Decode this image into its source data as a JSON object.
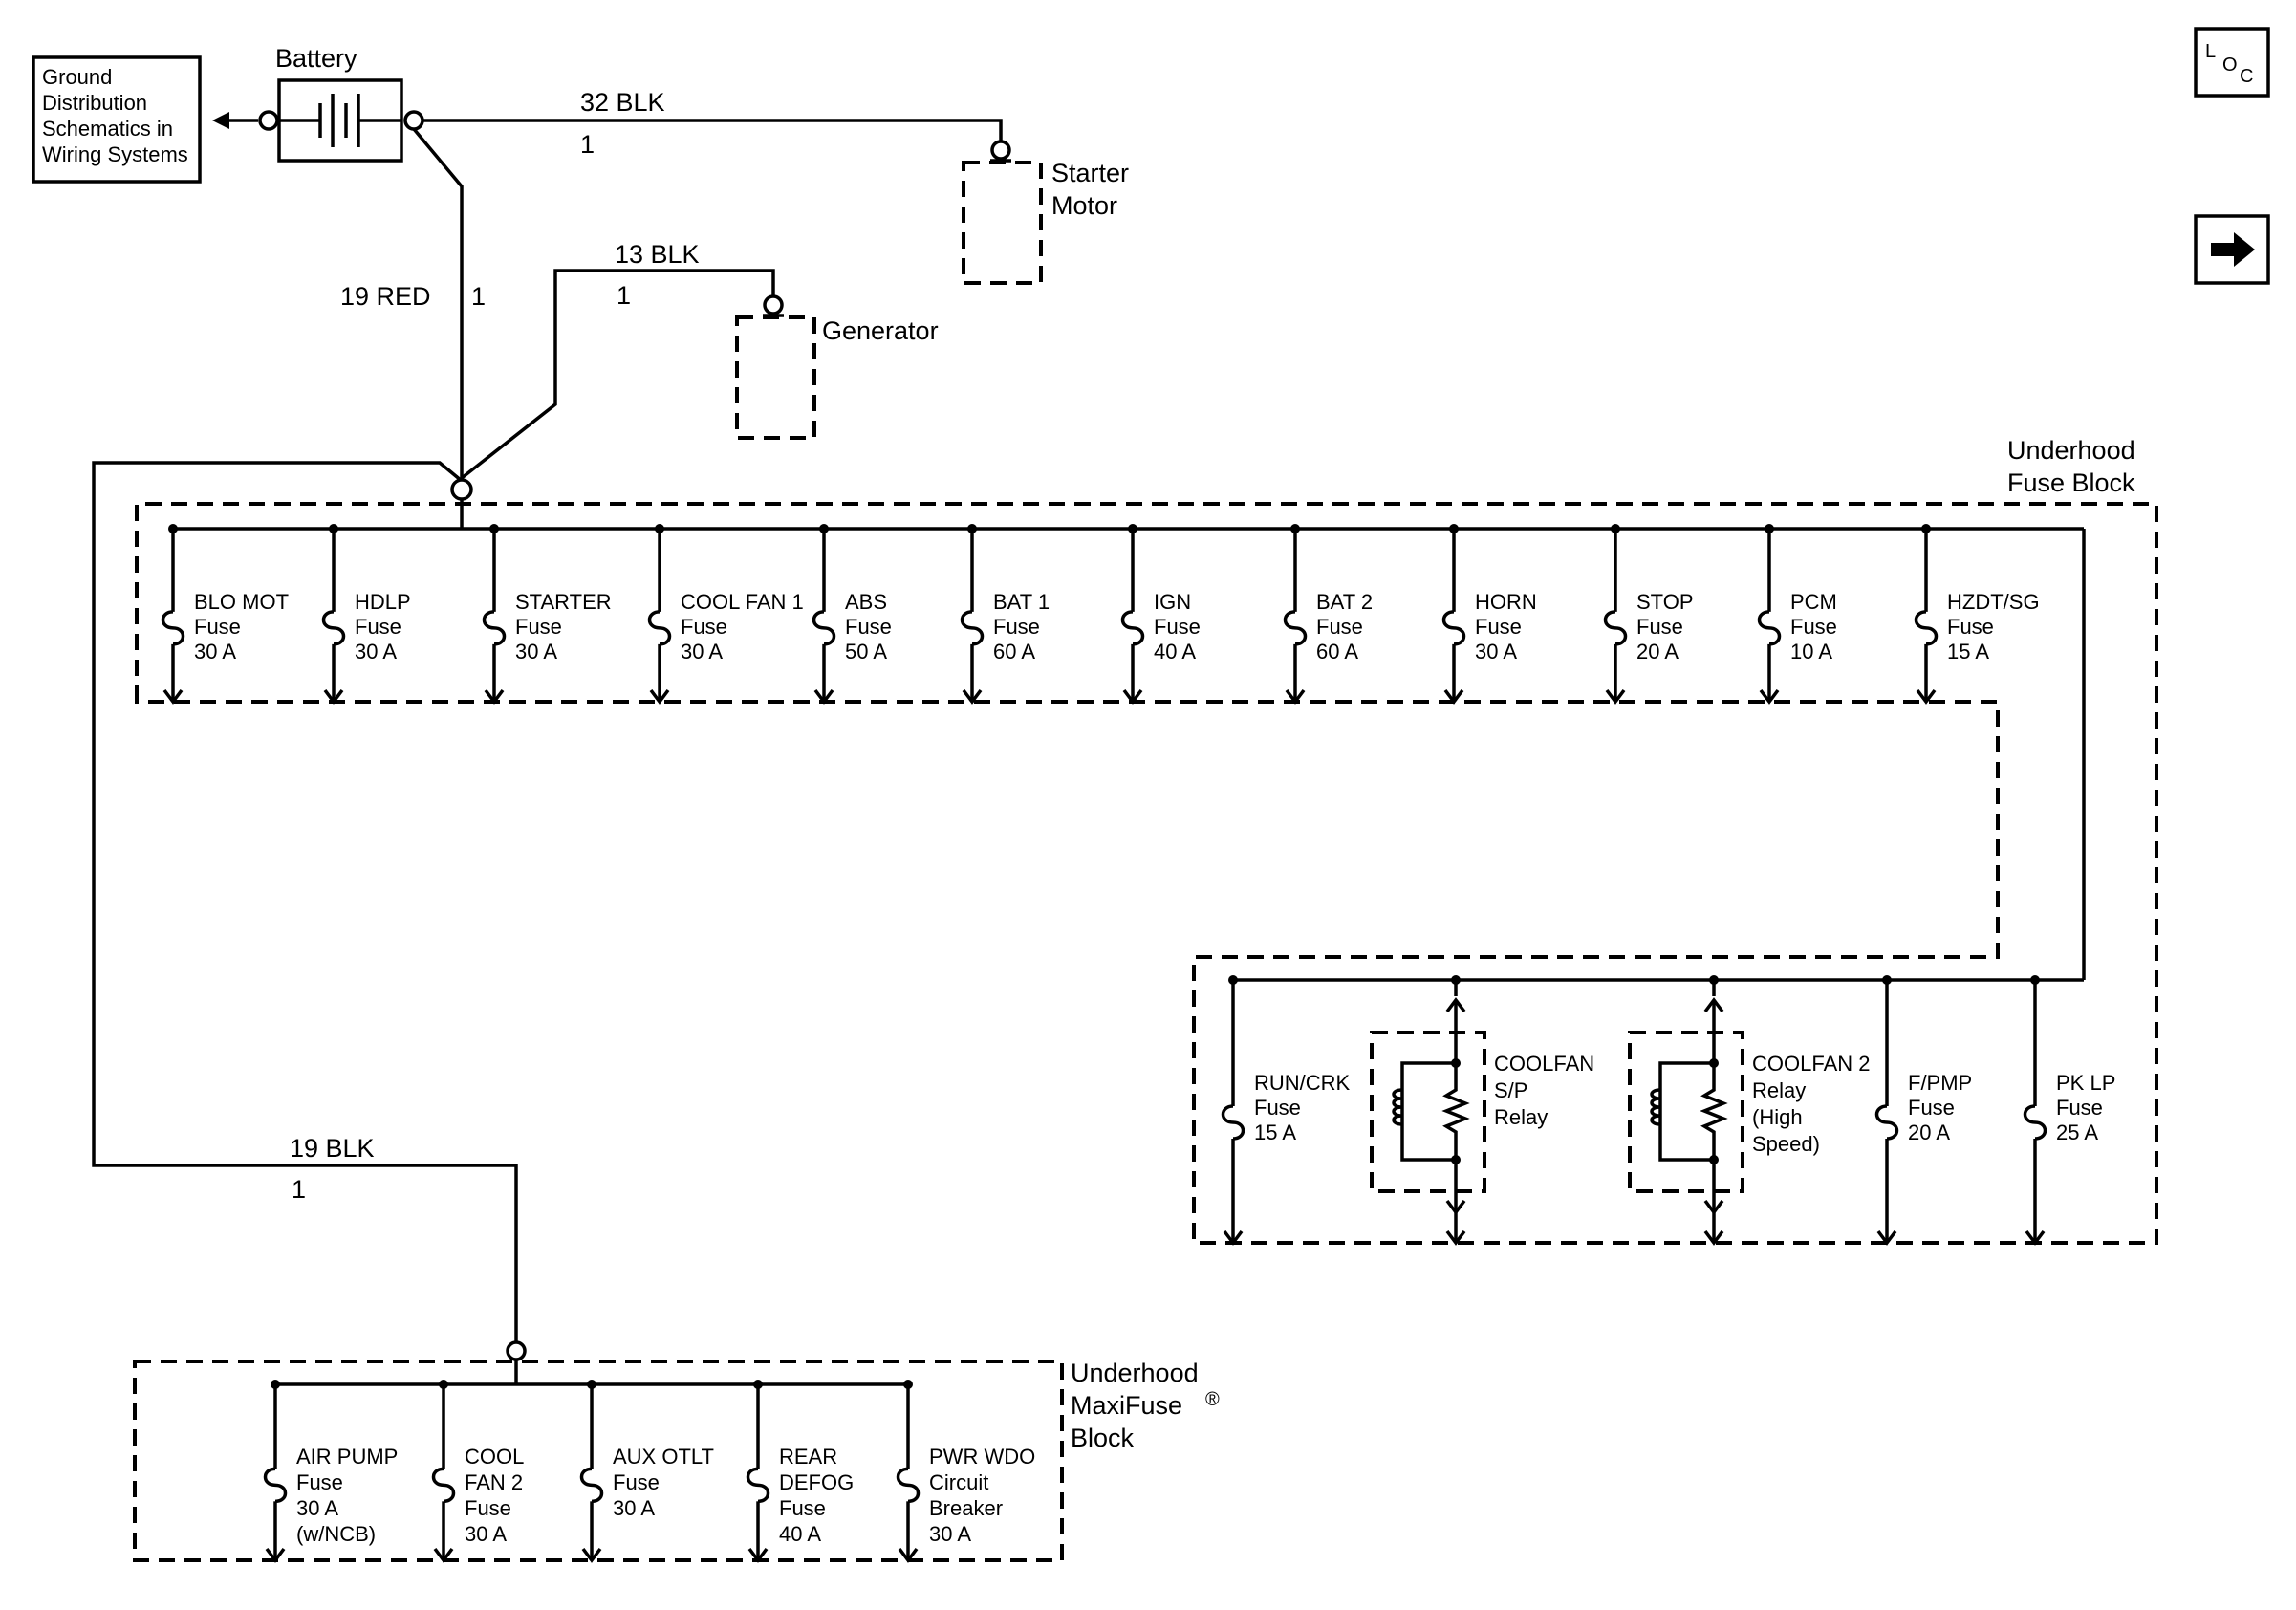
{
  "ground_ref": {
    "lines": [
      "Ground",
      "Distribution",
      "Schematics in",
      "Wiring Systems"
    ]
  },
  "battery": {
    "label": "Battery"
  },
  "starter": {
    "lines": [
      "Starter",
      "Motor"
    ]
  },
  "generator": {
    "label": "Generator"
  },
  "wires": {
    "w32": {
      "gauge": "32 BLK",
      "pin": "1"
    },
    "w13": {
      "gauge": "13 BLK",
      "pin": "1"
    },
    "w19red": {
      "gauge": "19 RED",
      "pin": "1"
    },
    "w19blk": {
      "gauge": "19 BLK",
      "pin": "1"
    }
  },
  "underhood_fuse_block": {
    "title_lines": [
      "Underhood",
      "Fuse Block"
    ],
    "fuses": [
      {
        "lines": [
          "BLO MOT",
          "Fuse",
          "30 A"
        ]
      },
      {
        "lines": [
          "HDLP",
          "Fuse",
          "30 A"
        ]
      },
      {
        "lines": [
          "STARTER",
          "Fuse",
          "30 A"
        ]
      },
      {
        "lines": [
          "COOL FAN 1",
          "Fuse",
          "30 A"
        ]
      },
      {
        "lines": [
          "ABS",
          "Fuse",
          "50 A"
        ]
      },
      {
        "lines": [
          "BAT 1",
          "Fuse",
          "60 A"
        ]
      },
      {
        "lines": [
          "IGN",
          "Fuse",
          "40 A"
        ]
      },
      {
        "lines": [
          "BAT 2",
          "Fuse",
          "60 A"
        ]
      },
      {
        "lines": [
          "HORN",
          "Fuse",
          "30 A"
        ]
      },
      {
        "lines": [
          "STOP",
          "Fuse",
          "20 A"
        ]
      },
      {
        "lines": [
          "PCM",
          "Fuse",
          "10 A"
        ]
      },
      {
        "lines": [
          "HZDT/SG",
          "Fuse",
          "15 A"
        ]
      }
    ],
    "lower": [
      {
        "type": "fuse",
        "lines": [
          "RUN/CRK",
          "Fuse",
          "15 A"
        ]
      },
      {
        "type": "relay",
        "lines": [
          "COOLFAN",
          "S/P",
          "Relay"
        ]
      },
      {
        "type": "relay",
        "lines": [
          "COOLFAN 2",
          "Relay",
          "(High",
          "Speed)"
        ]
      },
      {
        "type": "fuse",
        "lines": [
          "F/PMP",
          "Fuse",
          "20 A"
        ]
      },
      {
        "type": "fuse",
        "lines": [
          "PK LP",
          "Fuse",
          "25 A"
        ]
      }
    ]
  },
  "maxifuse_block": {
    "title_lines": [
      "Underhood",
      "MaxiFuse",
      "®",
      "Block"
    ],
    "items": [
      {
        "lines": [
          "AIR PUMP",
          "Fuse",
          "30 A",
          "(w/NCB)"
        ]
      },
      {
        "lines": [
          "COOL",
          "FAN 2",
          "Fuse",
          "30 A"
        ]
      },
      {
        "lines": [
          "AUX OTLT",
          "Fuse",
          "30 A"
        ]
      },
      {
        "lines": [
          "REAR",
          "DEFOG",
          "Fuse",
          "40 A"
        ]
      },
      {
        "lines": [
          "PWR WDO",
          "Circuit",
          "Breaker",
          "30 A"
        ]
      }
    ]
  },
  "nav": {
    "loc_letters": [
      "L",
      "O",
      "C"
    ],
    "next_icon": "right-arrow-icon"
  }
}
